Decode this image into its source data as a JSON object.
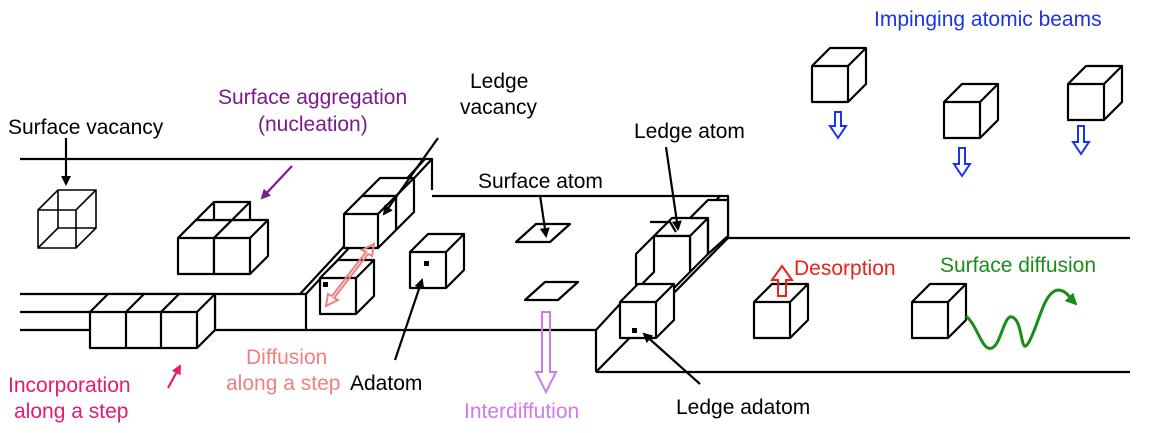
{
  "labels": {
    "impinging_beams": "Impinging atomic beams",
    "surface_vacancy": "Surface vacancy",
    "surface_aggregation_1": "Surface aggregation",
    "surface_aggregation_2": "(nucleation)",
    "ledge_vacancy_1": "Ledge",
    "ledge_vacancy_2": "vacancy",
    "ledge_atom": "Ledge atom",
    "surface_atom": "Surface atom",
    "desorption": "Desorption",
    "surface_diffusion": "Surface diffusion",
    "diffusion_step_1": "Diffusion",
    "diffusion_step_2": "along a step",
    "adatom": "Adatom",
    "incorporation_1": "Incorporation",
    "incorporation_2": "along a step",
    "interdiffusion": "Interdiffution",
    "ledge_adatom": "Ledge adatom"
  },
  "colors": {
    "black": "#000000",
    "beams": "#1a35e8",
    "aggregation": "#7a1a8c",
    "desorption": "#e8241a",
    "diffusion_green": "#1a8c1a",
    "diffusion_step": "#f08080",
    "incorporation": "#e8196e",
    "interdiffusion": "#d07be8"
  }
}
